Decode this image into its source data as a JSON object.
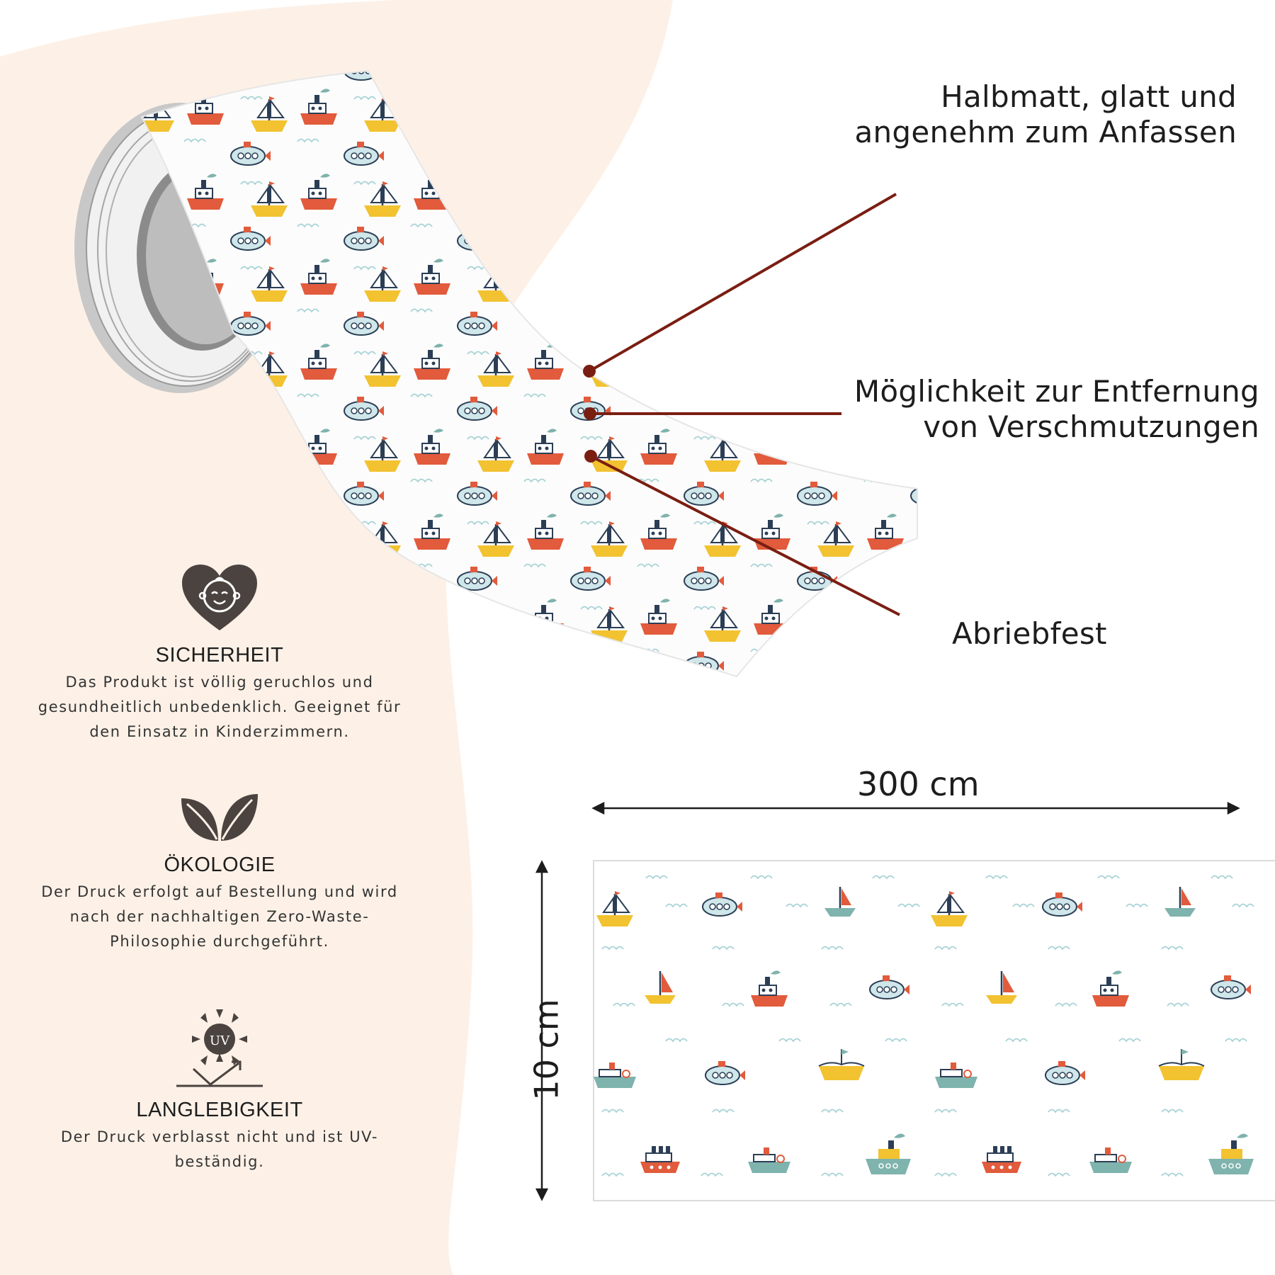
{
  "callouts": {
    "top": "Halbmatt, glatt und\nangenehm zum Anfassen",
    "middle": "Möglichkeit zur Entfernung\nvon Verschmutzungen",
    "bottom": "Abriebfest"
  },
  "features": [
    {
      "icon": "baby-heart-icon",
      "title": "SICHERHEIT",
      "description": "Das Produkt ist völlig geruchlos und gesundheitlich unbedenklich. Geeignet für den Einsatz in Kinderzimmern."
    },
    {
      "icon": "leaves-icon",
      "title": "ÖKOLOGIE",
      "description": "Der Druck erfolgt auf Bestellung und wird nach der nachhaltigen Zero-Waste-Philosophie durchgeführt."
    },
    {
      "icon": "uv-sun-icon",
      "title": "LANGLEBIGKEIT",
      "description": "Der Druck verblasst nicht und ist UV-beständig."
    }
  ],
  "uv_label": "UV",
  "dimensions": {
    "width": "300 cm",
    "height": "10 cm"
  },
  "colors": {
    "background_shape": "#fdf1e7",
    "leader_line": "#7a1e12",
    "icon_dark": "#4a4340",
    "boat_yellow": "#f2c230",
    "boat_red": "#e15b3c",
    "boat_teal": "#7fb3ad",
    "boat_navy": "#2b3e55"
  }
}
